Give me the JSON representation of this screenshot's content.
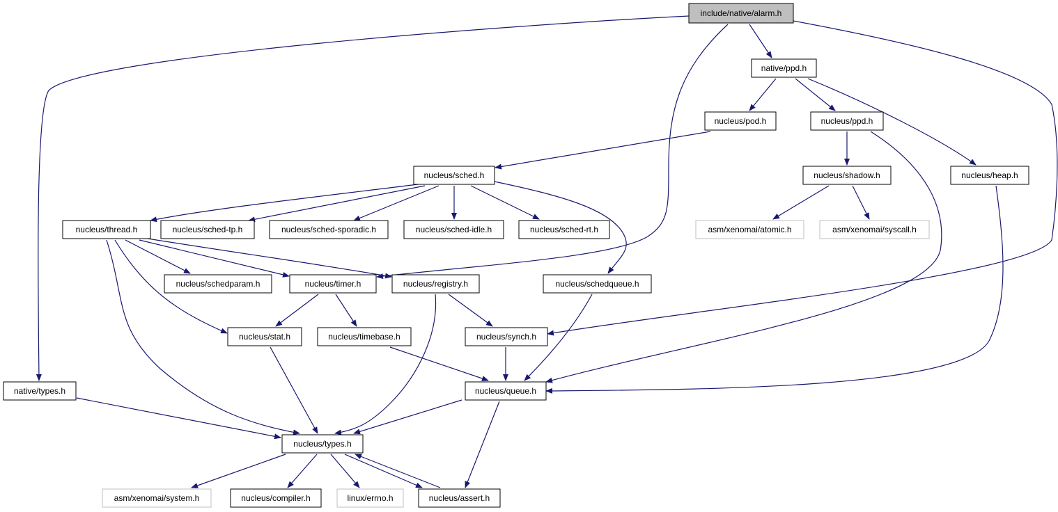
{
  "diagram": {
    "type": "include-dependency-graph",
    "colors": {
      "edge": "#191970",
      "border": "#000000",
      "border_external": "#bfbfbf",
      "root_fill": "#bfbfbf",
      "fill": "#ffffff"
    },
    "nodes": [
      {
        "id": "alarm",
        "label": "include/native/alarm.h",
        "kind": "root"
      },
      {
        "id": "ppd",
        "label": "native/ppd.h",
        "kind": "file"
      },
      {
        "id": "npod",
        "label": "nucleus/pod.h",
        "kind": "file"
      },
      {
        "id": "nppd",
        "label": "nucleus/ppd.h",
        "kind": "file"
      },
      {
        "id": "sched",
        "label": "nucleus/sched.h",
        "kind": "file"
      },
      {
        "id": "shadow",
        "label": "nucleus/shadow.h",
        "kind": "file"
      },
      {
        "id": "heap",
        "label": "nucleus/heap.h",
        "kind": "file"
      },
      {
        "id": "thread",
        "label": "nucleus/thread.h",
        "kind": "file"
      },
      {
        "id": "schedtp",
        "label": "nucleus/sched-tp.h",
        "kind": "file"
      },
      {
        "id": "schedsp",
        "label": "nucleus/sched-sporadic.h",
        "kind": "file"
      },
      {
        "id": "schedidle",
        "label": "nucleus/sched-idle.h",
        "kind": "file"
      },
      {
        "id": "schedrt",
        "label": "nucleus/sched-rt.h",
        "kind": "file"
      },
      {
        "id": "atomic",
        "label": "asm/xenomai/atomic.h",
        "kind": "external"
      },
      {
        "id": "syscall",
        "label": "asm/xenomai/syscall.h",
        "kind": "external"
      },
      {
        "id": "schedparam",
        "label": "nucleus/schedparam.h",
        "kind": "file"
      },
      {
        "id": "timer",
        "label": "nucleus/timer.h",
        "kind": "file"
      },
      {
        "id": "registry",
        "label": "nucleus/registry.h",
        "kind": "file"
      },
      {
        "id": "schedqueue",
        "label": "nucleus/schedqueue.h",
        "kind": "file"
      },
      {
        "id": "stat",
        "label": "nucleus/stat.h",
        "kind": "file"
      },
      {
        "id": "timebase",
        "label": "nucleus/timebase.h",
        "kind": "file"
      },
      {
        "id": "synch",
        "label": "nucleus/synch.h",
        "kind": "file"
      },
      {
        "id": "ntypes",
        "label": "native/types.h",
        "kind": "file"
      },
      {
        "id": "queue",
        "label": "nucleus/queue.h",
        "kind": "file"
      },
      {
        "id": "types",
        "label": "nucleus/types.h",
        "kind": "file"
      },
      {
        "id": "system",
        "label": "asm/xenomai/system.h",
        "kind": "external"
      },
      {
        "id": "compiler",
        "label": "nucleus/compiler.h",
        "kind": "file"
      },
      {
        "id": "errno",
        "label": "linux/errno.h",
        "kind": "external"
      },
      {
        "id": "assert",
        "label": "nucleus/assert.h",
        "kind": "file"
      }
    ],
    "edges": [
      {
        "from": "alarm",
        "to": "ppd"
      },
      {
        "from": "alarm",
        "to": "ntypes"
      },
      {
        "from": "alarm",
        "to": "timer"
      },
      {
        "from": "alarm",
        "to": "synch"
      },
      {
        "from": "ppd",
        "to": "npod"
      },
      {
        "from": "ppd",
        "to": "nppd"
      },
      {
        "from": "ppd",
        "to": "heap"
      },
      {
        "from": "npod",
        "to": "sched"
      },
      {
        "from": "nppd",
        "to": "shadow"
      },
      {
        "from": "nppd",
        "to": "queue"
      },
      {
        "from": "heap",
        "to": "queue"
      },
      {
        "from": "sched",
        "to": "thread"
      },
      {
        "from": "sched",
        "to": "schedtp"
      },
      {
        "from": "sched",
        "to": "schedsp"
      },
      {
        "from": "sched",
        "to": "schedidle"
      },
      {
        "from": "sched",
        "to": "schedrt"
      },
      {
        "from": "sched",
        "to": "schedqueue"
      },
      {
        "from": "shadow",
        "to": "atomic"
      },
      {
        "from": "shadow",
        "to": "syscall"
      },
      {
        "from": "thread",
        "to": "schedparam"
      },
      {
        "from": "thread",
        "to": "timer"
      },
      {
        "from": "thread",
        "to": "registry"
      },
      {
        "from": "thread",
        "to": "stat"
      },
      {
        "from": "thread",
        "to": "types"
      },
      {
        "from": "timer",
        "to": "stat"
      },
      {
        "from": "timer",
        "to": "timebase"
      },
      {
        "from": "registry",
        "to": "synch"
      },
      {
        "from": "registry",
        "to": "types"
      },
      {
        "from": "schedqueue",
        "to": "queue"
      },
      {
        "from": "stat",
        "to": "types"
      },
      {
        "from": "timebase",
        "to": "queue"
      },
      {
        "from": "synch",
        "to": "queue"
      },
      {
        "from": "ntypes",
        "to": "types"
      },
      {
        "from": "queue",
        "to": "types"
      },
      {
        "from": "queue",
        "to": "assert"
      },
      {
        "from": "types",
        "to": "system"
      },
      {
        "from": "types",
        "to": "compiler"
      },
      {
        "from": "types",
        "to": "errno"
      },
      {
        "from": "types",
        "to": "assert"
      },
      {
        "from": "assert",
        "to": "types"
      }
    ]
  }
}
